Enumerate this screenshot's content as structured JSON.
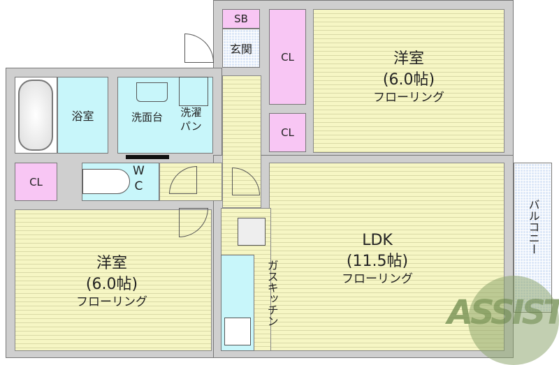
{
  "rooms": {
    "sb": "SB",
    "genkan": "玄関",
    "cl_tall": "CL",
    "cl_small": "CL",
    "cl_left": "CL",
    "bedroom_top": {
      "name": "洋室",
      "size": "(6.0帖)",
      "floor": "フローリング"
    },
    "bedroom_left": {
      "name": "洋室",
      "size": "(6.0帖)",
      "floor": "フローリング"
    },
    "ldk": {
      "name": "LDK",
      "size": "(11.5帖)",
      "floor": "フローリング"
    },
    "bath": "浴室",
    "washbasin": "洗面台",
    "laundry": "洗濯\nパン",
    "wc_top": "W",
    "wc_bottom": "C",
    "kitchen": "ガスキッチン",
    "balcony": "バルコニー"
  },
  "logo": "ASSIST",
  "colors": {
    "wall": "#cfcfcf",
    "flooring": "#f6f6c4",
    "closet": "#f8c6f4",
    "wet": "#c8f6fa",
    "balcony": "#dde8f8",
    "logo": "#7e9a5a"
  }
}
